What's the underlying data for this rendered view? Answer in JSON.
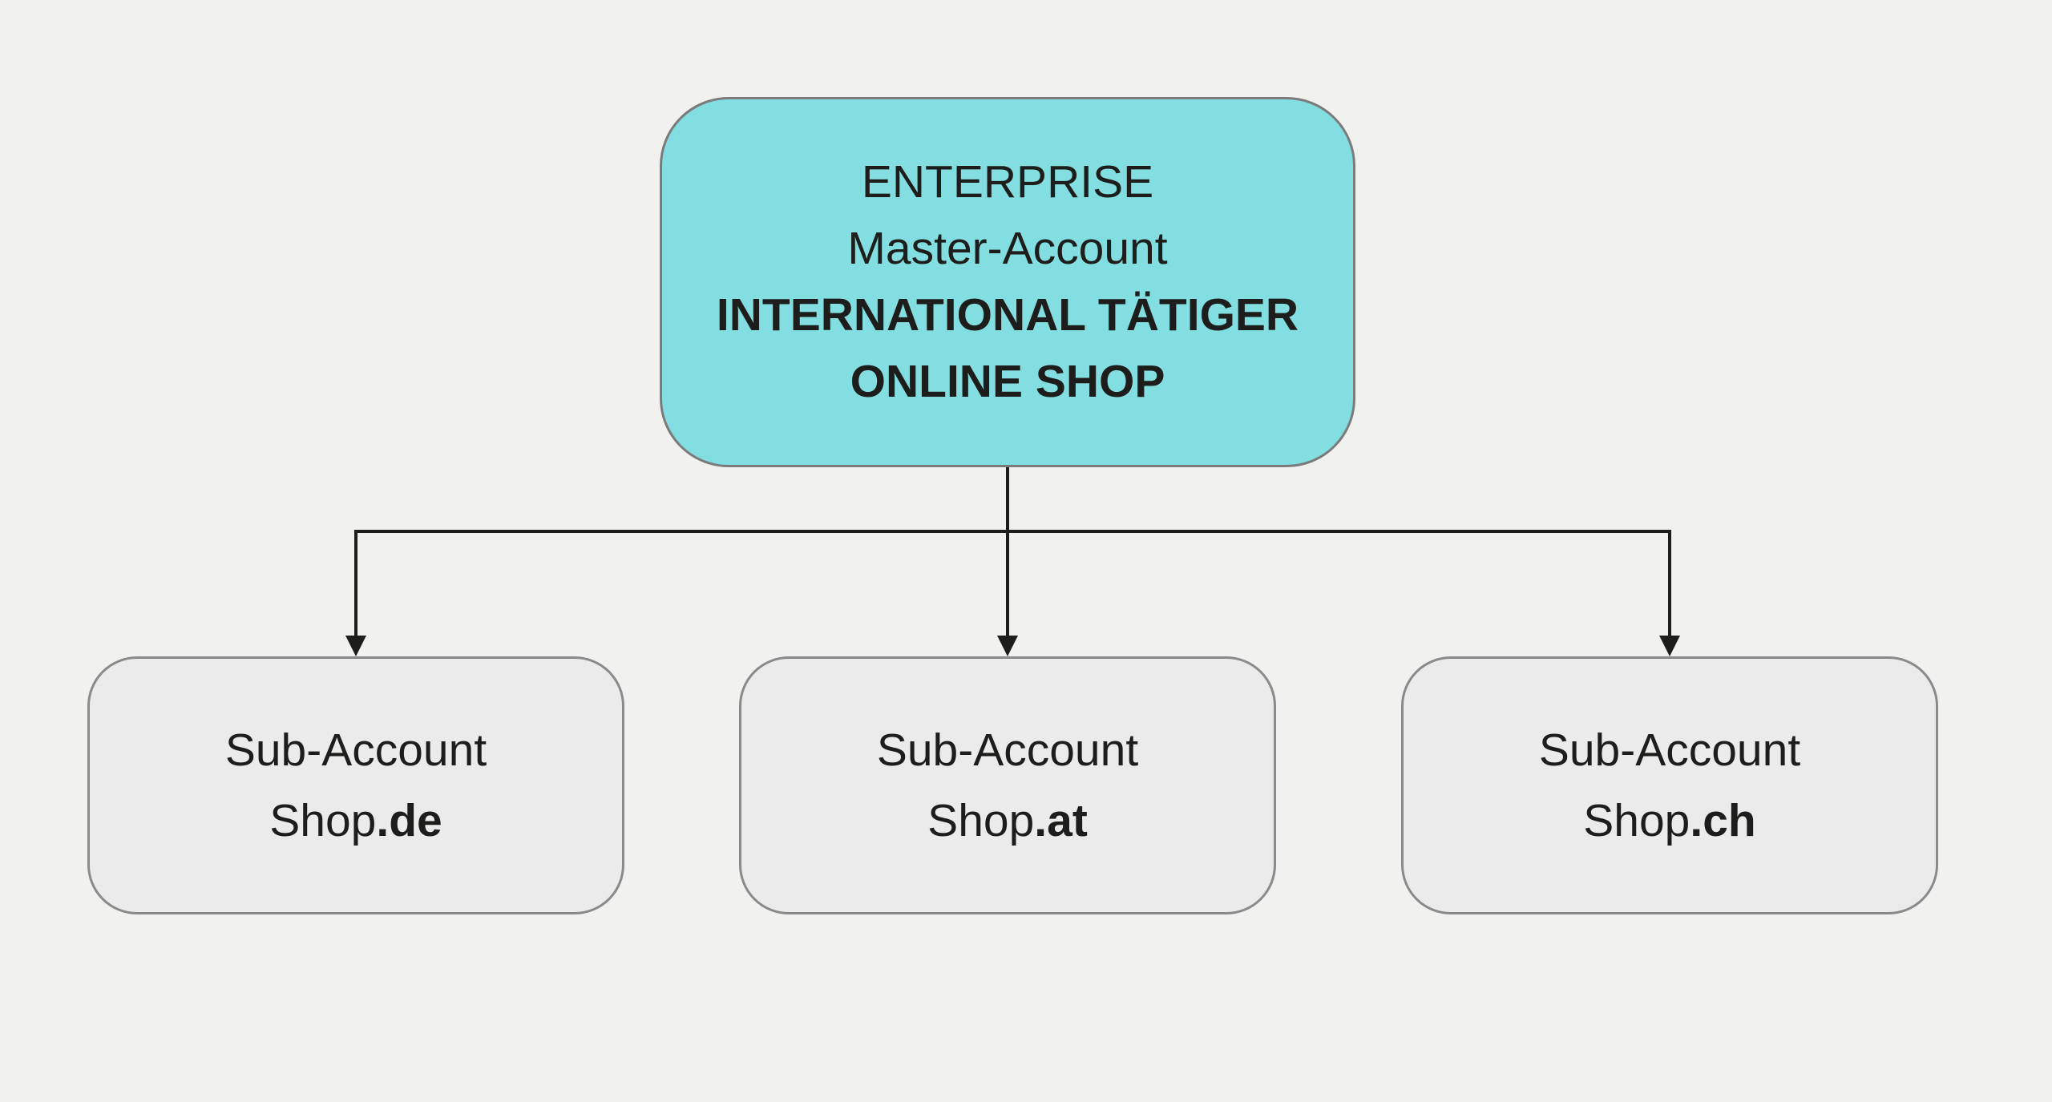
{
  "background_color": "#f1f1f0",
  "text_color": "#1d1d1b",
  "connector_color": "#1d1d1b",
  "master_node": {
    "line1": "ENTERPRISE",
    "line2": "Master-Account",
    "line3": "INTERNATIONAL TÄTIGER",
    "line4": "ONLINE SHOP",
    "fill_color": "#82dee0",
    "border_color": "#7b7b7b"
  },
  "sub_node_style": {
    "fill_color": "#ebebeb",
    "border_color": "#8a8a8a"
  },
  "sub_nodes": [
    {
      "label": "Sub-Account",
      "shop_name": "Shop",
      "domain_suffix": ".de"
    },
    {
      "label": "Sub-Account",
      "shop_name": "Shop",
      "domain_suffix": ".at"
    },
    {
      "label": "Sub-Account",
      "shop_name": "Shop",
      "domain_suffix": ".ch"
    }
  ]
}
